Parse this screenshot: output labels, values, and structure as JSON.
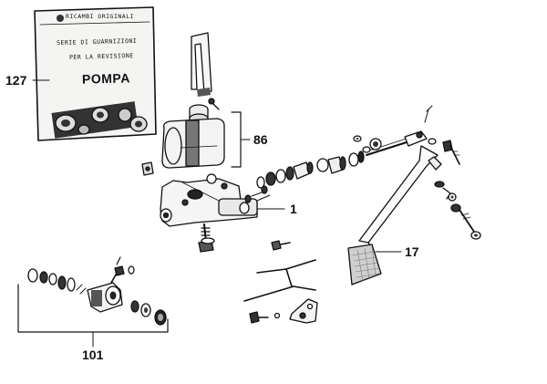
{
  "kit": {
    "header": "RICAMBI ORIGINALI",
    "line1": "SERIE DI GUARNIZIONI",
    "line2": "PER LA REVISIONE",
    "title": "POMPA"
  },
  "callouts": {
    "kit_box": "127",
    "reservoir": "86",
    "master_cylinder": "1",
    "pedal": "17",
    "slave_cylinder": "101"
  }
}
